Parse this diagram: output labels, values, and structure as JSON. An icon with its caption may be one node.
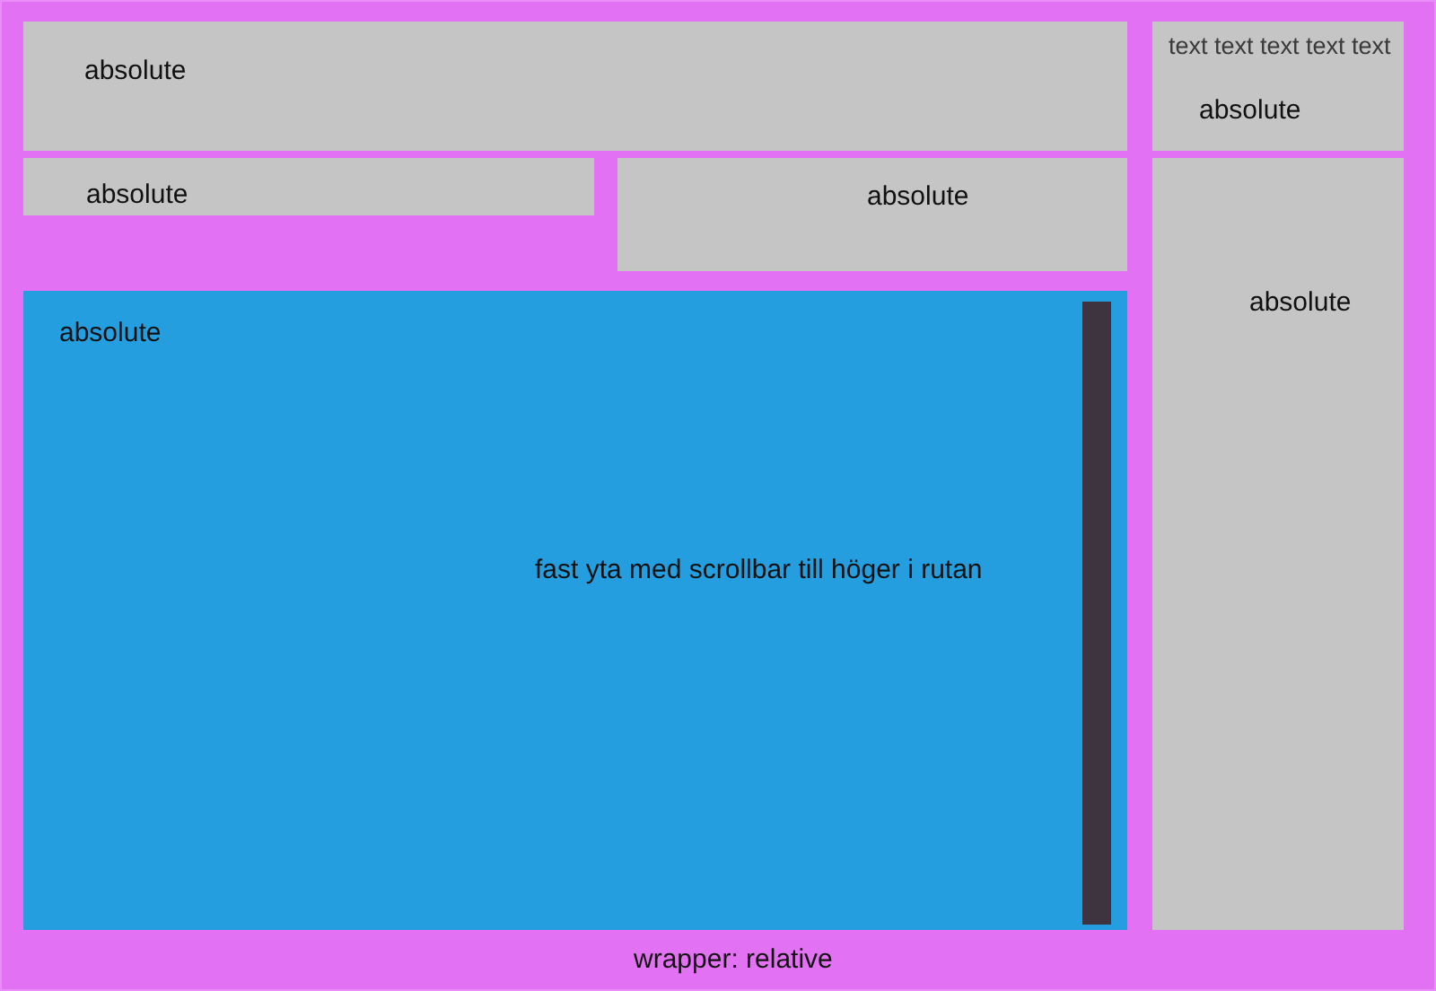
{
  "diagram": {
    "nodes": [
      {
        "text": [
          "wrapper: relative"
        ]
      },
      {
        "text": [
          "absolute"
        ],
        "in": 0
      },
      {
        "text": [
          "text text text text text",
          "absolute"
        ],
        "in": 0
      },
      {
        "text": [
          "absolute"
        ],
        "in": 0
      },
      {
        "text": [
          "absolute"
        ],
        "in": 0
      },
      {
        "text": [
          "absolute"
        ],
        "in": 0
      },
      {
        "text": [
          "absolute",
          "fast yta med scrollbar till höger i rutan"
        ],
        "in": 0
      }
    ]
  }
}
